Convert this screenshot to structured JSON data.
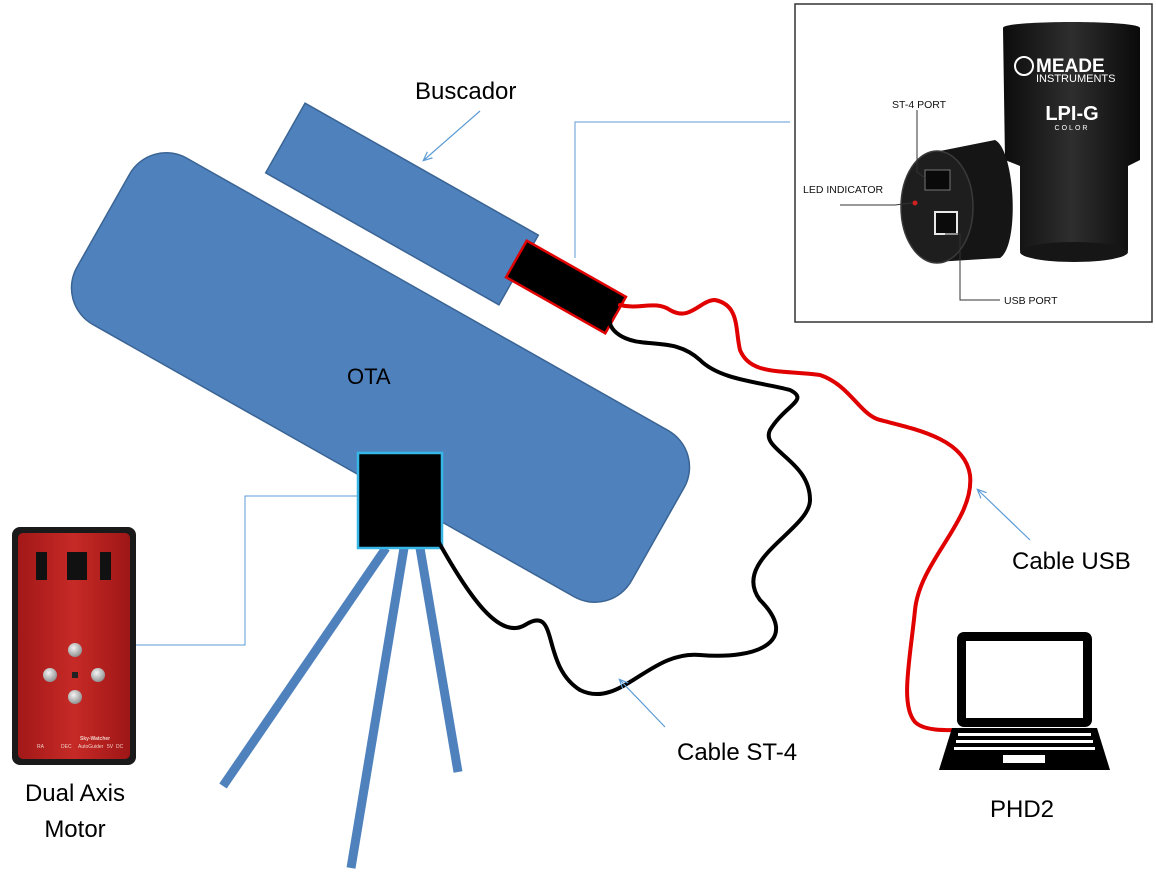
{
  "labels": {
    "finder": "Buscador",
    "ota": "OTA",
    "usb_cable": "Cable USB",
    "st4_cable": "Cable ST-4",
    "computer": "PHD2",
    "motor_line1": "Dual Axis",
    "motor_line2": "Motor"
  },
  "camera_photo": {
    "brand": "MEADE",
    "brand_sub": "INSTRUMENTS",
    "model": "LPI-G",
    "model_sub": "COLOR",
    "callouts": {
      "st4_port": "ST-4 PORT",
      "led_indicator": "LED INDICATOR",
      "usb_port": "USB PORT"
    }
  },
  "controller_photo": {
    "axis_labels": [
      "RA",
      "DEC",
      "AutoGuider",
      "5V",
      "DC"
    ],
    "brand": "Sky-Watcher"
  },
  "colors": {
    "body_blue": "#4f81bd",
    "body_stroke": "#3a6494",
    "usb_cable": "#e00000",
    "st4_cable": "#000000",
    "mount_stroke": "#36b6e6",
    "controller_red": "#b32020",
    "arrow_blue": "#5b9bd5"
  }
}
